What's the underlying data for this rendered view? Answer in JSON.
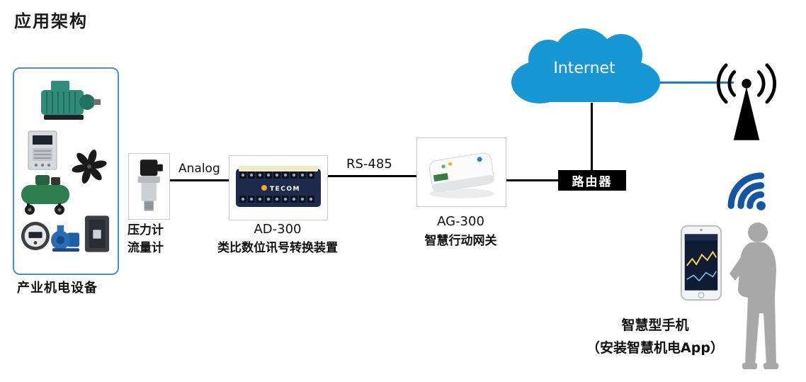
{
  "title": "应用架构",
  "equipment": {
    "label": "产业机电设备"
  },
  "sensor": {
    "label_line1": "压力计",
    "label_line2": "流量计"
  },
  "links": {
    "analog": "Analog",
    "rs485": "RS-485"
  },
  "ad300": {
    "name": "AD-300",
    "desc": "类比数位讯号转换装置",
    "brand": "TECOM"
  },
  "ag300": {
    "name": "AG-300",
    "desc": "智慧行动网关"
  },
  "router": {
    "label": "路由器"
  },
  "internet": {
    "label": "Internet"
  },
  "smartphone": {
    "label_line1": "智慧型手机",
    "label_line2": "（安装智慧机电App）"
  },
  "colors": {
    "cloud_blue": "#1798d4",
    "cloud_link_blue": "#1b7ec2",
    "wifi_blue": "#1256a4",
    "equipment_border_blue": "#4a8fd2",
    "router_bg": "#000000",
    "person_gray": "#a8a8a8"
  }
}
